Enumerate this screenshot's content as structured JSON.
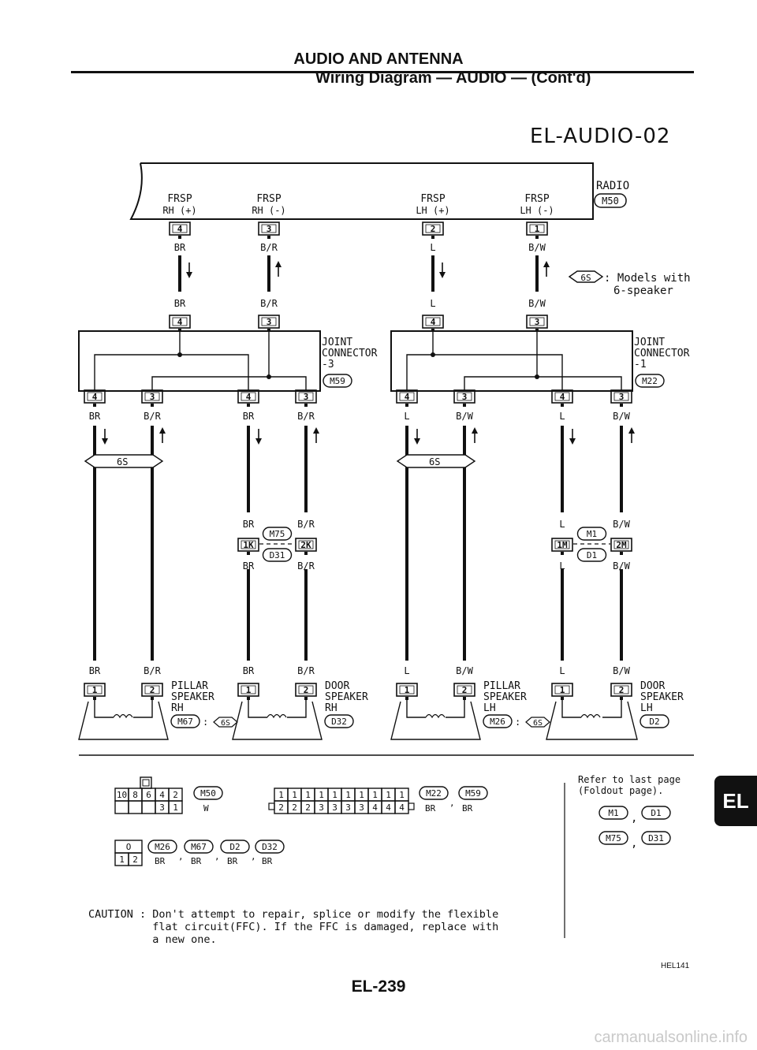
{
  "header": {
    "title": "AUDIO AND ANTENNA",
    "subtitle": "Wiring Diagram — AUDIO — (Cont'd)",
    "diagram_code": "EL-AUDIO-02"
  },
  "radio": {
    "name": "RADIO",
    "connector": "M50"
  },
  "radio_terminals": [
    {
      "label": "FRSP",
      "sub": "RH (+)",
      "pin": "4",
      "wire": "BR",
      "dir": "down"
    },
    {
      "label": "FRSP",
      "sub": "RH (-)",
      "pin": "3",
      "wire": "B/R",
      "dir": "up"
    },
    {
      "label": "FRSP",
      "sub": "LH (+)",
      "pin": "2",
      "wire": "L",
      "dir": "down"
    },
    {
      "label": "FRSP",
      "sub": "LH (-)",
      "pin": "1",
      "wire": "B/W",
      "dir": "up"
    }
  ],
  "note_6s": {
    "symbol": "6S",
    "text1": ": Models with",
    "text2": "6-speaker"
  },
  "joint_connectors": [
    {
      "name": "JOINT",
      "name2": "CONNECTOR",
      "num": "-3",
      "connector": "M59",
      "top_pins": [
        "4",
        "3"
      ],
      "bottom_pins": [
        "4",
        "3",
        "4",
        "3"
      ]
    },
    {
      "name": "JOINT",
      "name2": "CONNECTOR",
      "num": "-1",
      "connector": "M22",
      "top_pins": [
        "4",
        "3"
      ],
      "bottom_pins": [
        "4",
        "3",
        "4",
        "3"
      ]
    }
  ],
  "joint_wires_top": [
    "BR",
    "B/R",
    "L",
    "B/W"
  ],
  "joint_out_wires": [
    "BR",
    "B/R",
    "BR",
    "B/R",
    "L",
    "B/W",
    "L",
    "B/W"
  ],
  "sixs_labels": [
    "6S",
    "6S"
  ],
  "mid_connectors": [
    {
      "top": "M75",
      "bottom": "D31",
      "pin_a": "1K",
      "pin_b": "2K",
      "wire_a": "BR",
      "wire_b": "B/R"
    },
    {
      "top": "M1",
      "bottom": "D1",
      "pin_a": "1M",
      "pin_b": "2M",
      "wire_a": "L",
      "wire_b": "B/W"
    }
  ],
  "speakers": [
    {
      "l1": "PILLAR",
      "l2": "SPEAKER",
      "l3": "RH",
      "conn": "M67",
      "mark": "6S",
      "w1": "BR",
      "w2": "B/R",
      "pins": [
        "1",
        "2"
      ]
    },
    {
      "l1": "DOOR",
      "l2": "SPEAKER",
      "l3": "RH",
      "conn": "D32",
      "mark": "",
      "w1": "BR",
      "w2": "B/R",
      "pins": [
        "1",
        "2"
      ]
    },
    {
      "l1": "PILLAR",
      "l2": "SPEAKER",
      "l3": "LH",
      "conn": "M26",
      "mark": "6S",
      "w1": "L",
      "w2": "B/W",
      "pins": [
        "1",
        "2"
      ]
    },
    {
      "l1": "DOOR",
      "l2": "SPEAKER",
      "l3": "LH",
      "conn": "D2",
      "mark": "",
      "w1": "L",
      "w2": "B/W",
      "pins": [
        "1",
        "2"
      ]
    }
  ],
  "legend": {
    "c1_top": [
      "10",
      "8",
      "6",
      "4",
      "2"
    ],
    "c1_bottom": [
      "3",
      "1"
    ],
    "c1_conn": "M50",
    "c1_color": "W",
    "c2_top": [
      "1",
      "1",
      "1",
      "1",
      "1",
      "1",
      "1",
      "1",
      "1",
      "1"
    ],
    "c2_bottom": [
      "2",
      "2",
      "2",
      "3",
      "3",
      "3",
      "3",
      "4",
      "4",
      "4"
    ],
    "c2_conn_a": "M22",
    "c2_conn_b": "M59",
    "c2_color_a": "BR",
    "c2_color_b": "BR",
    "c3_top": "O",
    "c3_bottom": [
      "1",
      "2"
    ],
    "c3_conns": [
      "M26",
      "M67",
      "D2",
      "D32"
    ],
    "c3_colors": [
      "BR",
      "BR",
      "BR",
      "BR"
    ]
  },
  "refer": {
    "line1": "Refer to last page",
    "line2": "(Foldout page).",
    "row1": [
      "M1",
      "D1"
    ],
    "row2": [
      "M75",
      "D31"
    ]
  },
  "caution": {
    "label": "CAUTION :",
    "text": "Don't attempt to repair, splice or modify the flexible\nflat circuit(FFC). If the FFC is damaged, replace with\na new one."
  },
  "footer": {
    "page": "EL-239",
    "code": "HEL141",
    "tab": "EL",
    "watermark": "carmanualsonline.info"
  }
}
